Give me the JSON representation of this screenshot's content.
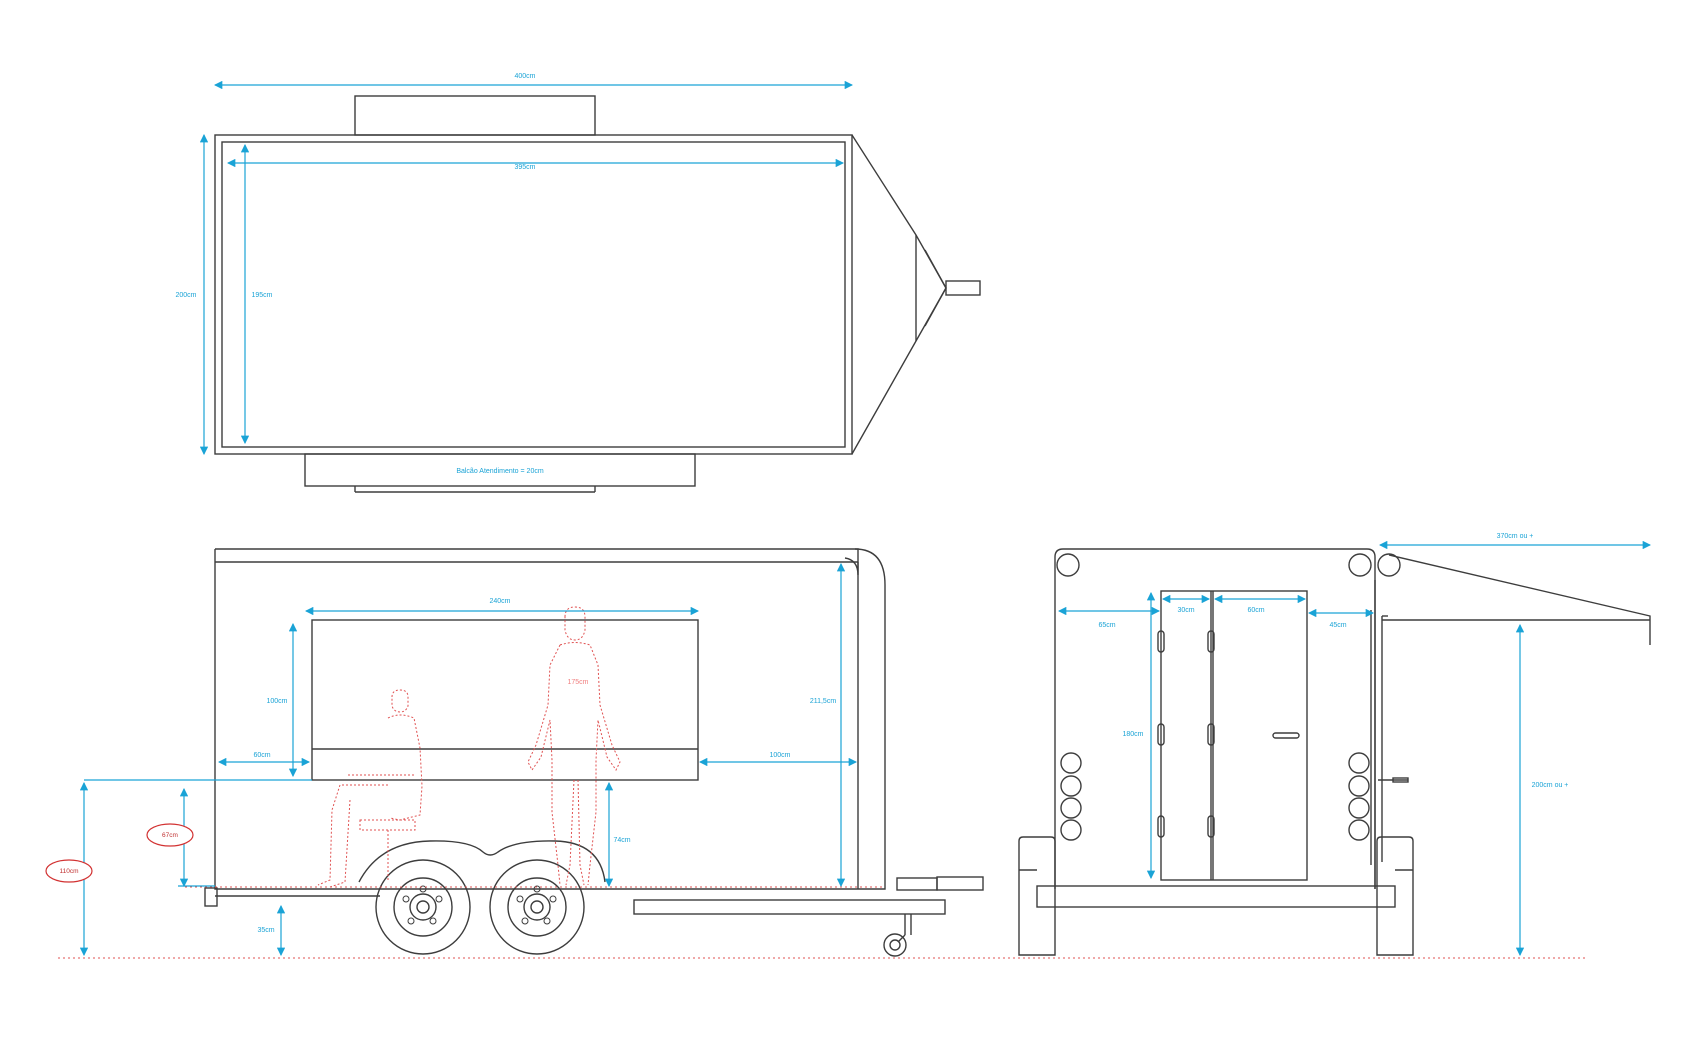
{
  "top_view": {
    "total_length": "400cm",
    "interior_length": "395cm",
    "total_width": "200cm",
    "interior_width": "195cm",
    "counter": "Balcão Atendimento = 20cm"
  },
  "side_view": {
    "window_width": "240cm",
    "window_height": "100cm",
    "front_gap": "60cm",
    "rear_gap": "100cm",
    "interior_height": "211,5cm",
    "floor_to_window": "74cm",
    "ground_clearance": "35cm",
    "seat_height": "67cm",
    "counter_height": "110cm",
    "person_height": "175cm"
  },
  "rear_view": {
    "left_margin": "65cm",
    "door_left": "30cm",
    "door_right": "60cm",
    "right_margin": "45cm",
    "door_height": "180cm",
    "awning_length": "370cm ou +",
    "awning_height": "200cm ou +"
  },
  "colors": {
    "outline": "#3d3d3d",
    "dimension": "#1aa3d6",
    "figure": "#e05252"
  }
}
